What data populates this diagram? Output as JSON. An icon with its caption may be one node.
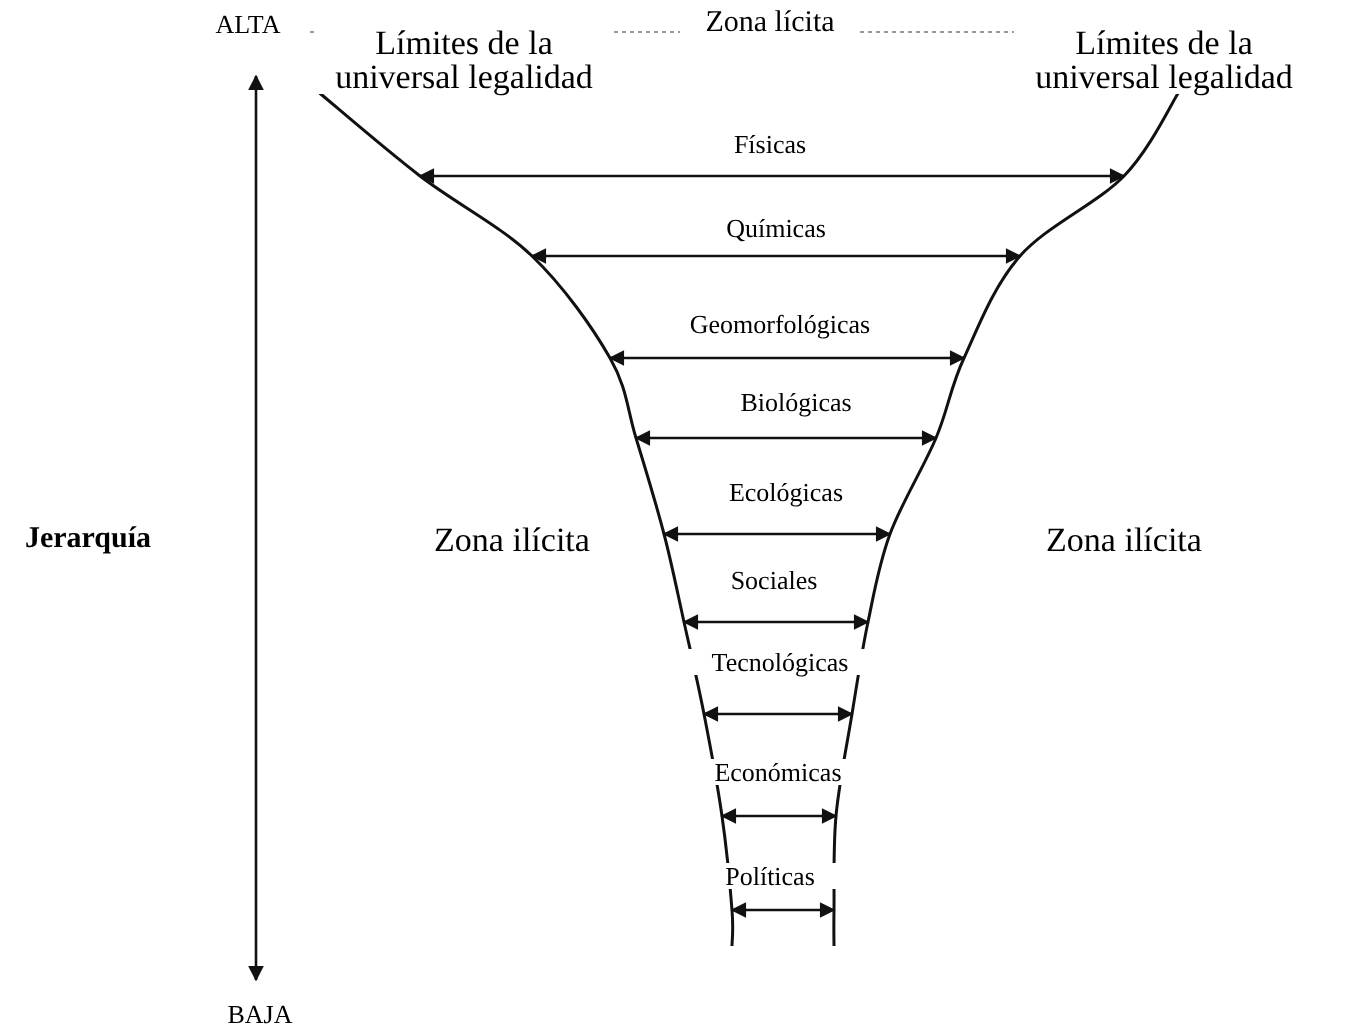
{
  "diagram": {
    "labels": [
      "ALTA",
      "Zona lícita",
      "Límites de la universal legalidad",
      "Límites de la universal legalidad",
      "Físicas",
      "Químicas",
      "Geomorfológicas",
      "Biológicas",
      "Ecológicas",
      "Jerarquía",
      "Zona ilícita",
      "Zona ilícita",
      "Sociales",
      "Tecnológicas",
      "Económicas",
      "Políticas",
      "BAJA"
    ]
  }
}
